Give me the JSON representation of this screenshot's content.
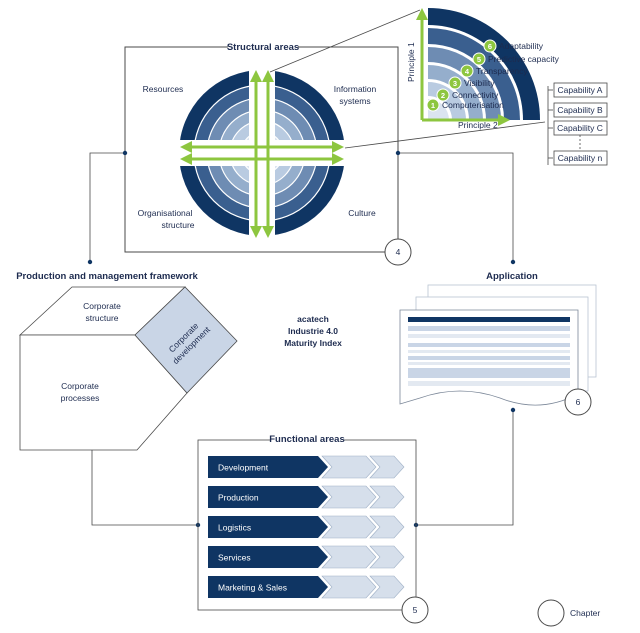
{
  "structural": {
    "title": "Structural areas",
    "quadrants": {
      "top_left": "Resources",
      "top_right": [
        "Information",
        "systems"
      ],
      "bottom_left": [
        "Organisational",
        "structure"
      ],
      "bottom_right": "Culture"
    },
    "chapter": "4"
  },
  "maturity": {
    "principle_1": "Principle 1",
    "principle_2": "Principle 2",
    "stages": [
      {
        "num": "1",
        "label": "Computerisation"
      },
      {
        "num": "2",
        "label": "Connectivity"
      },
      {
        "num": "3",
        "label": "Visibility"
      },
      {
        "num": "4",
        "label": "Transparency"
      },
      {
        "num": "5",
        "label": "Predictive capacity"
      },
      {
        "num": "6",
        "label": "Adaptability"
      }
    ]
  },
  "capabilities": [
    "Capability A",
    "Capability B",
    "Capability C",
    "Capability n"
  ],
  "framework": {
    "title": "Production and management framework",
    "corporate_structure": [
      "Corporate",
      "structure"
    ],
    "corporate_development": [
      "Corporate",
      "development"
    ],
    "corporate_processes": [
      "Corporate",
      "processes"
    ]
  },
  "center": [
    "acatech",
    "Industrie 4.0",
    "Maturity Index"
  ],
  "application": {
    "title": "Application",
    "chapter": "6"
  },
  "functional": {
    "title": "Functional areas",
    "items": [
      "Development",
      "Production",
      "Logistics",
      "Services",
      "Marketing & Sales"
    ],
    "chapter": "5"
  },
  "legend": {
    "label": "Chapter"
  },
  "colors": {
    "navy": "#0f3563",
    "ring_mid": "#5a7aa3",
    "ring_light": "#c9d5e6",
    "green": "#8dc63f",
    "chevron": "#d6dfeb"
  }
}
